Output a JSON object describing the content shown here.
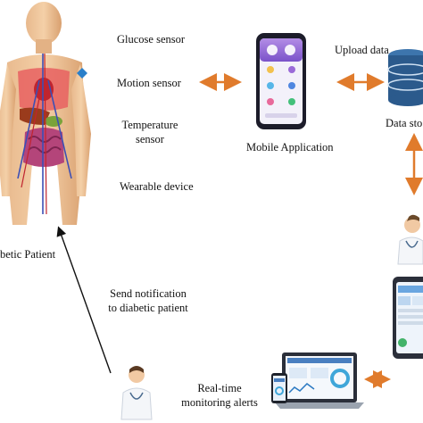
{
  "sensors": {
    "glucose": "Glucose sensor",
    "motion": "Motion sensor",
    "temperature_line1": "Temperature",
    "temperature_line2": "sensor",
    "wearable": "Wearable device"
  },
  "labels": {
    "patient": "betic Patient",
    "mobile_app": "Mobile Application",
    "upload": "Upload data",
    "data_store": "Data sto",
    "notify_line1": "Send notification",
    "notify_line2": "to diabetic patient",
    "alerts_line1": "Real-time",
    "alerts_line2": "monitoring alerts"
  },
  "colors": {
    "orange_arrow": "#e07b2c",
    "black_arrow": "#111111",
    "db_blue": "#2b5a8c",
    "phone_dark": "#1c1c2a",
    "app_purple": "#9a6ad8"
  },
  "icons": [
    "human-anatomy-icon",
    "smartphone-icon",
    "database-icon",
    "doctor-icon",
    "dashboard-tablet-icon",
    "laptop-dashboard-icon"
  ]
}
